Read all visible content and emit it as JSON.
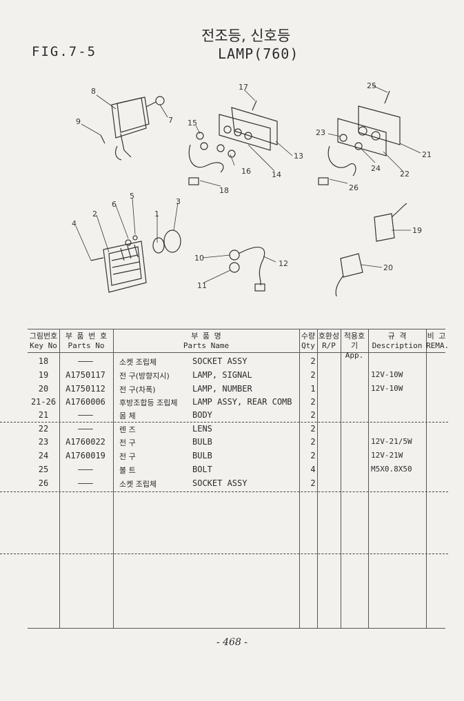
{
  "header": {
    "fig_label": "FIG.7-5",
    "title_korean": "전조등, 신호등",
    "title_english": "LAMP(760)"
  },
  "callouts": [
    "1",
    "2",
    "3",
    "4",
    "5",
    "6",
    "7",
    "8",
    "9",
    "10",
    "11",
    "12",
    "13",
    "14",
    "15",
    "16",
    "17",
    "18",
    "19",
    "20",
    "21",
    "22",
    "23",
    "24",
    "25",
    "26"
  ],
  "table": {
    "headers": {
      "key_ko": "그림번호",
      "key_en": "Key No",
      "part_ko": "부 품 번 호",
      "part_en": "Parts No",
      "name_ko": "부 품 명",
      "name_en": "Parts Name",
      "qty_ko": "수량",
      "qty_en": "Qty",
      "rp_ko": "호환성",
      "rp_en": "R/P",
      "app_ko": "적용호기",
      "app_en": "App.",
      "desc_ko": "규 격",
      "desc_en": "Description",
      "rem_ko": "비 고",
      "rem_en": "REMA."
    },
    "rows": [
      {
        "key": "18",
        "part": "———",
        "name_ko": "소켓 조립체",
        "name_en": "SOCKET ASSY",
        "qty": "2",
        "desc": ""
      },
      {
        "key": "19",
        "part": "A1750117",
        "name_ko": "전 구(방향지시)",
        "name_en": "LAMP, SIGNAL",
        "qty": "2",
        "desc": "12V-10W"
      },
      {
        "key": "20",
        "part": "A1750112",
        "name_ko": "전 구(차폭)",
        "name_en": "LAMP, NUMBER",
        "qty": "1",
        "desc": "12V-10W"
      },
      {
        "key": "21-26",
        "part": "A1760006",
        "name_ko": "후방조합등 조립체",
        "name_en": "LAMP ASSY, REAR COMB",
        "qty": "2",
        "desc": ""
      },
      {
        "key": "21",
        "part": "———",
        "name_ko": "몸 체",
        "name_en": "BODY",
        "qty": "2",
        "desc": ""
      },
      {
        "key": "22",
        "part": "———",
        "name_ko": "렌 즈",
        "name_en": "LENS",
        "qty": "2",
        "desc": ""
      },
      {
        "key": "23",
        "part": "A1760022",
        "name_ko": "전 구",
        "name_en": "BULB",
        "qty": "2",
        "desc": "12V-21/5W"
      },
      {
        "key": "24",
        "part": "A1760019",
        "name_ko": "전 구",
        "name_en": "BULB",
        "qty": "2",
        "desc": "12V-21W"
      },
      {
        "key": "25",
        "part": "———",
        "name_ko": "볼 트",
        "name_en": "BOLT",
        "qty": "4",
        "desc": "M5X0.8X50"
      },
      {
        "key": "26",
        "part": "———",
        "name_ko": "소켓 조립체",
        "name_en": "SOCKET ASSY",
        "qty": "2",
        "desc": ""
      }
    ]
  },
  "footer": {
    "page": "- 468 -"
  }
}
